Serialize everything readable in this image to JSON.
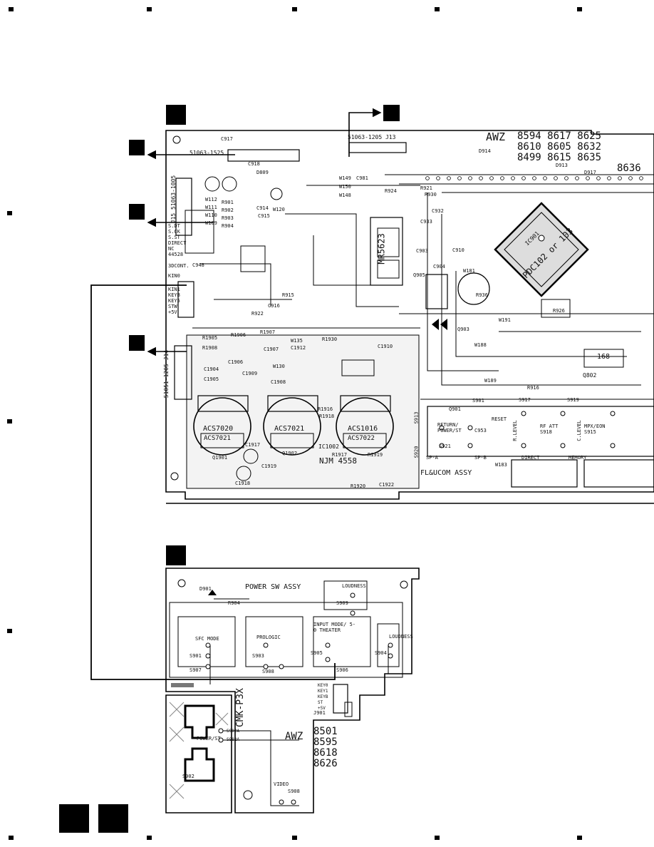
{
  "fl_ucom": {
    "assy_name": "FL&UCOM ASSY",
    "model_header": "AWZ",
    "model_lines": [
      "8594 8617 8625",
      "8610 8605 8632",
      "8499 8615 8635",
      "8636"
    ],
    "connectors": {
      "top": "51063-1205 J13",
      "left_top": "51063-1525",
      "left_mid": "J15 51063-1005",
      "left_bot": "51051-1205 J14"
    },
    "ic_labels": [
      "PDC102 or 103",
      "MR5623",
      "ACS7020",
      "ACS7021",
      "ACS1016",
      "NJM 4558",
      "ACS7022",
      "ACS7021",
      "168",
      "IC1002",
      "IC901",
      "Q802"
    ],
    "pin_labels_left": [
      "S.DT",
      "S.CK",
      "S.ST",
      "DIRECT",
      "NC",
      "44528",
      "3DCONT.",
      "KIN0",
      "KIN1",
      "KEYB",
      "KEY5",
      "STW",
      "+5V"
    ],
    "switch_labels": [
      "RETURN/ POWER/ST",
      "SP-A",
      "SP-B",
      "RF ATT",
      "S918",
      "MPX/EON",
      "S915",
      "S917",
      "S919",
      "DIRECT",
      "MEMORY",
      "RESET",
      "R.LEVEL",
      "C.LEVEL",
      "S920",
      "S913",
      "S921"
    ],
    "part_labels": [
      "C917",
      "R901",
      "R902",
      "R903",
      "R904",
      "W112",
      "W111",
      "W110",
      "W109",
      "D809",
      "C914",
      "W120",
      "C915",
      "R915",
      "C916",
      "R922",
      "C918",
      "W150",
      "W148",
      "W149",
      "C948",
      "C981",
      "C932",
      "C933",
      "R921",
      "R924",
      "D914",
      "D913",
      "D917",
      "R916",
      "R930",
      "R936",
      "C903",
      "C904",
      "Q905",
      "Q903",
      "C910",
      "W181",
      "W191",
      "R926",
      "C1912",
      "C1910",
      "C1909",
      "R1930",
      "R1905",
      "R1906",
      "R1907",
      "R1908",
      "C1904",
      "C1905",
      "C1906",
      "C1907",
      "C1908",
      "W135",
      "W130",
      "R1916",
      "R1917",
      "R1918",
      "R1919",
      "R1920",
      "C1917",
      "C1919",
      "C1918",
      "C1922",
      "Q1901",
      "Q1902",
      "S901",
      "Q901",
      "C953",
      "W188",
      "W189",
      "W183"
    ]
  },
  "power_sw": {
    "assy_name": "POWER SW ASSY",
    "board_code": "CMK-P3X",
    "model_header": "AWZ",
    "model_numbers": [
      "8501",
      "8595",
      "8618",
      "8626"
    ],
    "switch_labels": [
      "LOUDNESS",
      "SFC MODE",
      "PROLOGIC",
      "INPUT MODE/ 5-0 THEATER",
      "LOUDNESS",
      "POWER/ST",
      "VIDEO"
    ],
    "part_labels": [
      "D901",
      "R904",
      "S902",
      "S907",
      "S901",
      "S903",
      "S908",
      "S905",
      "S906",
      "S904",
      "S909",
      "S908",
      "J901",
      "KEY0",
      "KEY1",
      "KEYB",
      "ST",
      "+5V",
      "S902A",
      "S982A"
    ]
  }
}
